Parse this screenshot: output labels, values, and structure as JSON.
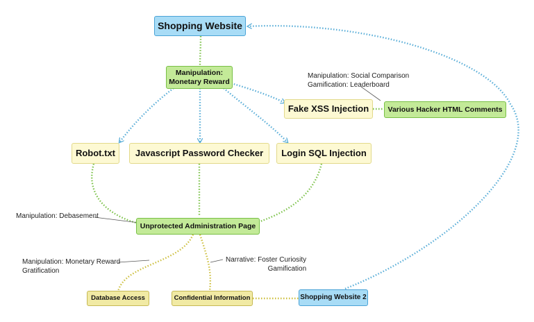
{
  "nodes": {
    "shopping_website": "Shopping Website",
    "manip_monetary_l1": "Manipulation:",
    "manip_monetary_l2": "Monetary Reward",
    "fake_xss": "Fake XSS Injection",
    "hacker_comments": "Various Hacker HTML Comments",
    "robot_txt": "Robot.txt",
    "js_password": "Javascript Password Checker",
    "login_sql": "Login SQL Injection",
    "admin_page": "Unprotected Administration Page",
    "database_access": "Database Access",
    "confidential_info": "Confidential Information",
    "shopping_website_2": "Shopping Website 2"
  },
  "notes": {
    "social_l1": "Manipulation: Social Comparison",
    "social_l2": "Gamification: Leaderboard",
    "debasement": "Manipulation: Debasement",
    "monetary_l1": "Manipulation: Monetary Reward",
    "monetary_l2": "Gratification",
    "curiosity_l1": "Narrative: Foster Curiosity",
    "curiosity_l2": "Gamification"
  },
  "colors": {
    "blue_fill": "#a8dcf6",
    "green_fill": "#c3ea98",
    "yellow_fill": "#fdf9d3",
    "khaki_fill": "#f1eaa4",
    "link_blue": "#5aaed8",
    "link_green": "#7cc24a",
    "link_khaki": "#cdbf3e"
  }
}
